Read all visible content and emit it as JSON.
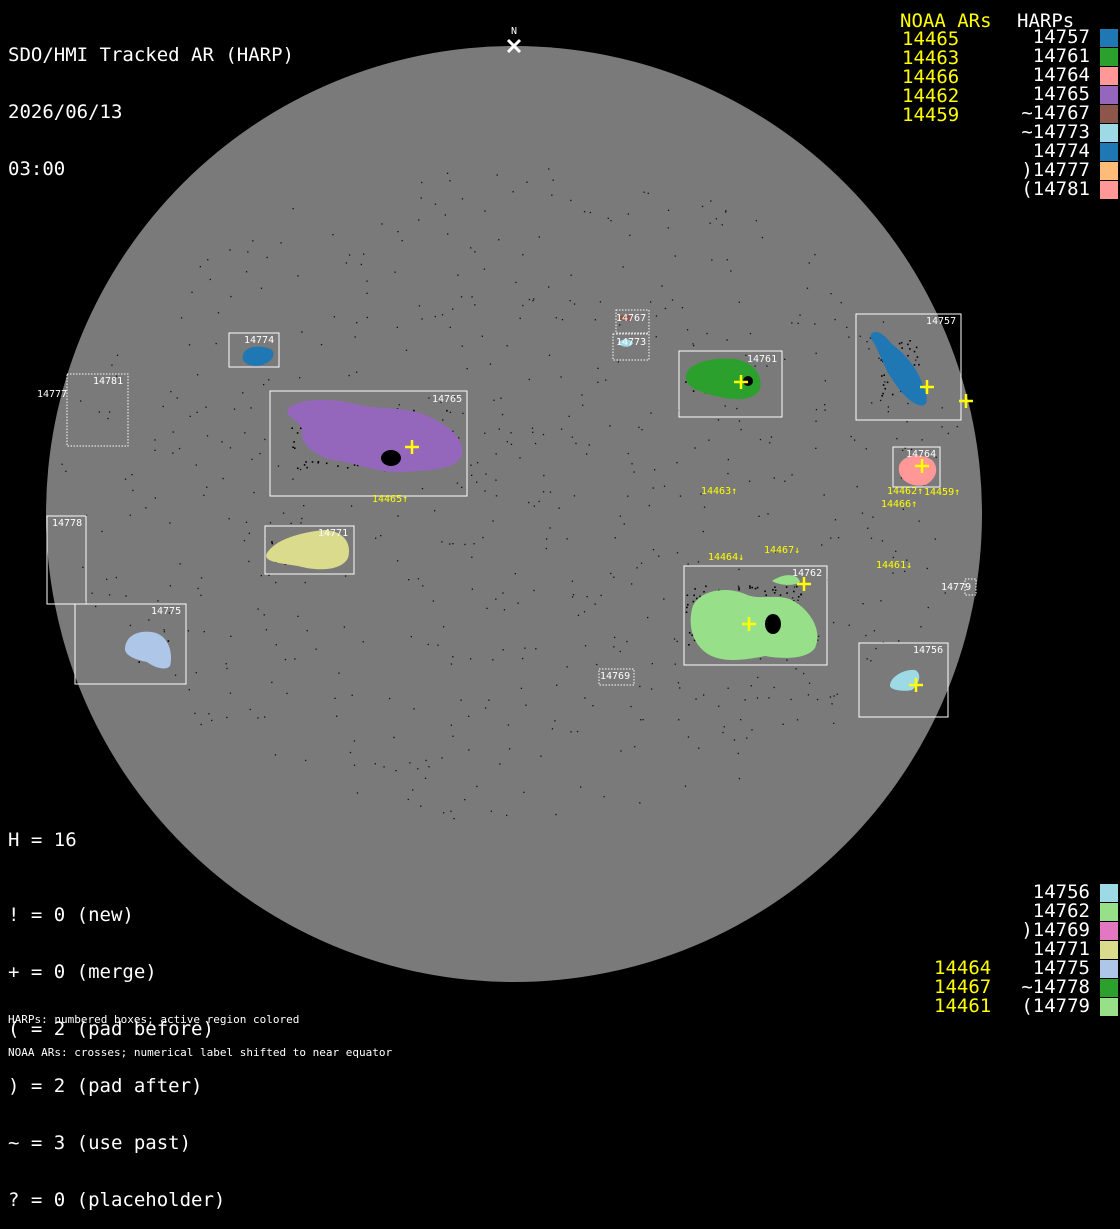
{
  "title": {
    "line1": "SDO/HMI Tracked AR (HARP)",
    "line2": "2026/06/13",
    "line3": "03:00"
  },
  "north_label": "N",
  "legend": {
    "noaa_header": "NOAA ARs",
    "harp_header": "HARPs",
    "noaa_top": [
      "14465",
      "14463",
      "14466",
      "14462",
      "14459"
    ],
    "harps_top": [
      {
        "label": "14757",
        "color": "#1f77b4"
      },
      {
        "label": "14761",
        "color": "#2ca02c"
      },
      {
        "label": "14764",
        "color": "#ff9896"
      },
      {
        "label": "14765",
        "color": "#9467bd"
      },
      {
        "label": "~14767",
        "color": "#8c564b"
      },
      {
        "label": "~14773",
        "color": "#9edae5"
      },
      {
        "label": "14774",
        "color": "#1f77b4"
      },
      {
        "label": ")14777",
        "color": "#ffbb78"
      },
      {
        "label": "(14781",
        "color": "#ff9896"
      }
    ],
    "harps_bottom": [
      {
        "label": "14756",
        "color": "#9edae5"
      },
      {
        "label": "14762",
        "color": "#98df8a"
      },
      {
        "label": ")14769",
        "color": "#e377c2"
      },
      {
        "label": "14771",
        "color": "#dbdb8d"
      },
      {
        "label": "14775",
        "color": "#aec7e8"
      },
      {
        "label": "~14778",
        "color": "#2ca02c"
      },
      {
        "label": "(14779",
        "color": "#98df8a"
      }
    ],
    "noaa_bottom": [
      "14464",
      "14467",
      "14461"
    ]
  },
  "stats": {
    "h_count": "H = 16",
    "keys": [
      "! = 0 (new)",
      "+ = 0 (merge)",
      "( = 2 (pad before)",
      ") = 2 (pad after)",
      "~ = 3 (use past)",
      "? = 0 (placeholder)"
    ]
  },
  "footer": {
    "line1": "HARPs: numbered boxes; active region colored",
    "line2": "NOAA ARs: crosses; numerical label shifted to near equator"
  },
  "disk": {
    "color": "#7a7a7a"
  },
  "harp_boxes": [
    {
      "id": "14774",
      "label": "14774",
      "color": "#1f77b4",
      "dotted": false
    },
    {
      "id": "14781",
      "label": "14781",
      "color": "#ff9896",
      "dotted": true
    },
    {
      "id": "14777",
      "label": "14777",
      "color": "#ffbb78",
      "dotted": true
    },
    {
      "id": "14765",
      "label": "14765",
      "color": "#9467bd",
      "dotted": false
    },
    {
      "id": "14767",
      "label": "14767",
      "color": "#8c564b",
      "dotted": true
    },
    {
      "id": "14773",
      "label": "14773",
      "color": "#9edae5",
      "dotted": true
    },
    {
      "id": "14761",
      "label": "14761",
      "color": "#2ca02c",
      "dotted": false
    },
    {
      "id": "14757",
      "label": "14757",
      "color": "#1f77b4",
      "dotted": false
    },
    {
      "id": "14764",
      "label": "14764",
      "color": "#ff9896",
      "dotted": false
    },
    {
      "id": "14778",
      "label": "14778",
      "color": "#2ca02c",
      "dotted": false
    },
    {
      "id": "14771",
      "label": "14771",
      "color": "#dbdb8d",
      "dotted": false
    },
    {
      "id": "14775",
      "label": "14775",
      "color": "#aec7e8",
      "dotted": false
    },
    {
      "id": "14762",
      "label": "14762",
      "color": "#98df8a",
      "dotted": false
    },
    {
      "id": "14769",
      "label": "14769",
      "color": "#e377c2",
      "dotted": true
    },
    {
      "id": "14756",
      "label": "14756",
      "color": "#9edae5",
      "dotted": false
    },
    {
      "id": "14779",
      "label": "14779",
      "color": "#98df8a",
      "dotted": true
    }
  ],
  "noaa_labels": [
    {
      "id": "14465",
      "label": "14465↑"
    },
    {
      "id": "14463",
      "label": "14463↑"
    },
    {
      "id": "14462",
      "label": "14462↑"
    },
    {
      "id": "14459",
      "label": "14459↑"
    },
    {
      "id": "14466",
      "label": "14466↑"
    },
    {
      "id": "14464",
      "label": "14464↓"
    },
    {
      "id": "14467",
      "label": "14467↓"
    },
    {
      "id": "14461",
      "label": "14461↓"
    }
  ]
}
